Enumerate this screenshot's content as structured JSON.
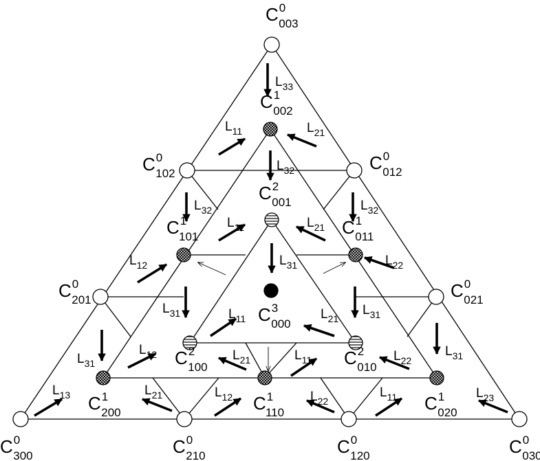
{
  "points": [
    {
      "id": "c003",
      "base": "C",
      "sup": "0",
      "sub": "003",
      "fill": "open"
    },
    {
      "id": "c102",
      "base": "C",
      "sup": "0",
      "sub": "102",
      "fill": "open"
    },
    {
      "id": "c012",
      "base": "C",
      "sup": "0",
      "sub": "012",
      "fill": "open"
    },
    {
      "id": "c201",
      "base": "C",
      "sup": "0",
      "sub": "201",
      "fill": "open"
    },
    {
      "id": "c021",
      "base": "C",
      "sup": "0",
      "sub": "021",
      "fill": "open"
    },
    {
      "id": "c300",
      "base": "C",
      "sup": "0",
      "sub": "300",
      "fill": "open"
    },
    {
      "id": "c210",
      "base": "C",
      "sup": "0",
      "sub": "210",
      "fill": "open"
    },
    {
      "id": "c120",
      "base": "C",
      "sup": "0",
      "sub": "120",
      "fill": "open"
    },
    {
      "id": "c030",
      "base": "C",
      "sup": "0",
      "sub": "030",
      "fill": "open"
    },
    {
      "id": "c1_002",
      "base": "C",
      "sup": "1",
      "sub": "002",
      "fill": "crosshatch"
    },
    {
      "id": "c1_101",
      "base": "C",
      "sup": "1",
      "sub": "101",
      "fill": "crosshatch"
    },
    {
      "id": "c1_011",
      "base": "C",
      "sup": "1",
      "sub": "011",
      "fill": "crosshatch"
    },
    {
      "id": "c1_200",
      "base": "C",
      "sup": "1",
      "sub": "200",
      "fill": "crosshatch"
    },
    {
      "id": "c1_110",
      "base": "C",
      "sup": "1",
      "sub": "110",
      "fill": "crosshatch"
    },
    {
      "id": "c1_020",
      "base": "C",
      "sup": "1",
      "sub": "020",
      "fill": "crosshatch"
    },
    {
      "id": "c2_001",
      "base": "C",
      "sup": "2",
      "sub": "001",
      "fill": "striped"
    },
    {
      "id": "c2_100",
      "base": "C",
      "sup": "2",
      "sub": "100",
      "fill": "striped"
    },
    {
      "id": "c2_010",
      "base": "C",
      "sup": "2",
      "sub": "010",
      "fill": "striped"
    },
    {
      "id": "c3_000",
      "base": "C",
      "sup": "3",
      "sub": "000",
      "fill": "solid"
    }
  ],
  "operators": [
    {
      "base": "L",
      "sub": "33"
    },
    {
      "base": "L",
      "sub": "11"
    },
    {
      "base": "L",
      "sub": "21"
    },
    {
      "base": "L",
      "sub": "32"
    },
    {
      "base": "L",
      "sub": "32"
    },
    {
      "base": "L",
      "sub": "32"
    },
    {
      "base": "L",
      "sub": "11"
    },
    {
      "base": "L",
      "sub": "21"
    },
    {
      "base": "L",
      "sub": "12"
    },
    {
      "base": "L",
      "sub": "31"
    },
    {
      "base": "L",
      "sub": "22"
    },
    {
      "base": "L",
      "sub": "31"
    },
    {
      "base": "L",
      "sub": "31"
    },
    {
      "base": "L",
      "sub": "11"
    },
    {
      "base": "L",
      "sub": "21"
    },
    {
      "base": "L",
      "sub": "31"
    },
    {
      "base": "L",
      "sub": "12"
    },
    {
      "base": "L",
      "sub": "21"
    },
    {
      "base": "L",
      "sub": "11"
    },
    {
      "base": "L",
      "sub": "22"
    },
    {
      "base": "L",
      "sub": "31"
    },
    {
      "base": "L",
      "sub": "13"
    },
    {
      "base": "L",
      "sub": "21"
    },
    {
      "base": "L",
      "sub": "12"
    },
    {
      "base": "L",
      "sub": "22"
    },
    {
      "base": "L",
      "sub": "11"
    },
    {
      "base": "L",
      "sub": "23"
    }
  ]
}
